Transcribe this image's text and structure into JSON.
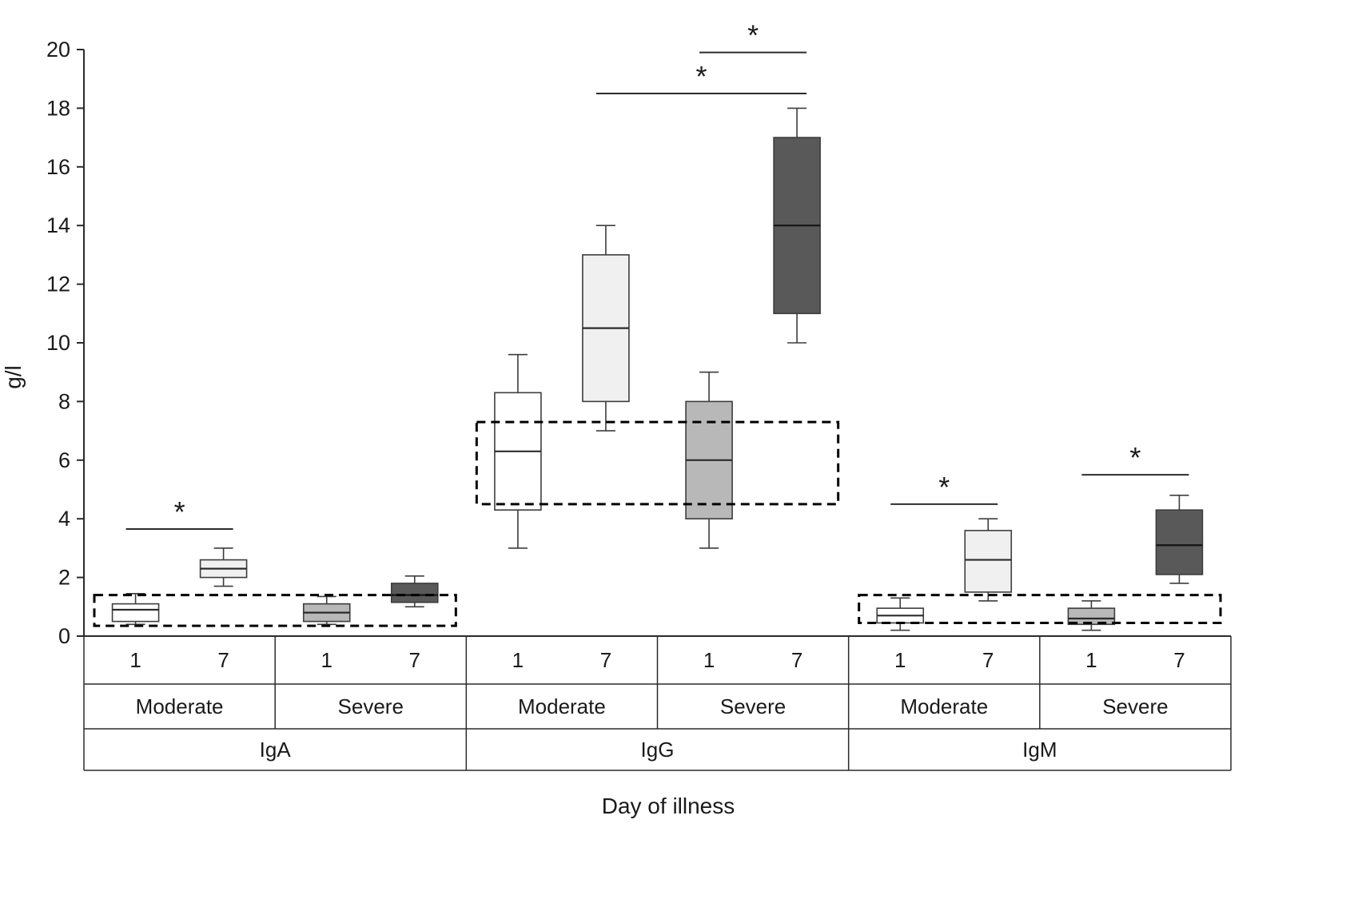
{
  "chart_data": {
    "type": "boxplot",
    "title": "",
    "xlabel": "Day of illness",
    "ylabel": "g/l",
    "grid": false,
    "legend": "none",
    "y_axis": {
      "min": 0,
      "max": 20,
      "tick_step": 2,
      "ticks": [
        0,
        2,
        4,
        6,
        8,
        10,
        12,
        14,
        16,
        18,
        20
      ]
    },
    "colors": {
      "box_moderate_day1": "#ffffff",
      "box_moderate_day7": "#f0f0f0",
      "box_severe_day1": "#b8b8b8",
      "box_severe_day7": "#595959",
      "stroke": "#3d3d3d",
      "median": "#2b2b2b",
      "median_on_dark": "#141414",
      "reference_dash": "#000000",
      "axis": "#2b2b2b",
      "text": "#1a1a1a"
    },
    "groups": [
      {
        "label": "IgA",
        "reference_range": {
          "low": 0.35,
          "high": 1.4
        },
        "subgroups": [
          {
            "label": "Moderate",
            "boxes": [
              {
                "day": "1",
                "shade": "box_moderate_day1",
                "min": 0.4,
                "q1": 0.5,
                "median": 0.9,
                "q3": 1.1,
                "max": 1.45
              },
              {
                "day": "7",
                "shade": "box_moderate_day7",
                "min": 1.7,
                "q1": 2.0,
                "median": 2.3,
                "q3": 2.6,
                "max": 3.0
              }
            ]
          },
          {
            "label": "Severe",
            "boxes": [
              {
                "day": "1",
                "shade": "box_severe_day1",
                "min": 0.4,
                "q1": 0.5,
                "median": 0.8,
                "q3": 1.1,
                "max": 1.35
              },
              {
                "day": "7",
                "shade": "box_severe_day7",
                "min": 1.0,
                "q1": 1.15,
                "median": 1.4,
                "q3": 1.8,
                "max": 2.05
              }
            ]
          }
        ],
        "significance": [
          {
            "from": [
              0,
              0
            ],
            "to": [
              0,
              1
            ],
            "y": 3.65,
            "label": "*"
          }
        ]
      },
      {
        "label": "IgG",
        "reference_range": {
          "low": 4.5,
          "high": 7.3
        },
        "subgroups": [
          {
            "label": "Moderate",
            "boxes": [
              {
                "day": "1",
                "shade": "box_moderate_day1",
                "min": 3.0,
                "q1": 4.3,
                "median": 6.3,
                "q3": 8.3,
                "max": 9.6
              },
              {
                "day": "7",
                "shade": "box_moderate_day7",
                "min": 7.0,
                "q1": 8.0,
                "median": 10.5,
                "q3": 13.0,
                "max": 14.0
              }
            ]
          },
          {
            "label": "Severe",
            "boxes": [
              {
                "day": "1",
                "shade": "box_severe_day1",
                "min": 3.0,
                "q1": 4.0,
                "median": 6.0,
                "q3": 8.0,
                "max": 9.0
              },
              {
                "day": "7",
                "shade": "box_severe_day7",
                "min": 10.0,
                "q1": 11.0,
                "median": 14.0,
                "q3": 17.0,
                "max": 18.0
              }
            ]
          }
        ],
        "significance": [
          {
            "from": [
              0,
              1
            ],
            "to": [
              1,
              1
            ],
            "y": 18.5,
            "label": "*"
          },
          {
            "from": [
              1,
              0
            ],
            "to": [
              1,
              1
            ],
            "y": 19.9,
            "label": "*"
          }
        ]
      },
      {
        "label": "IgM",
        "reference_range": {
          "low": 0.45,
          "high": 1.4
        },
        "subgroups": [
          {
            "label": "Moderate",
            "boxes": [
              {
                "day": "1",
                "shade": "box_moderate_day1",
                "min": 0.2,
                "q1": 0.45,
                "median": 0.7,
                "q3": 0.95,
                "max": 1.3
              },
              {
                "day": "7",
                "shade": "box_moderate_day7",
                "min": 1.2,
                "q1": 1.5,
                "median": 2.6,
                "q3": 3.6,
                "max": 4.0
              }
            ]
          },
          {
            "label": "Severe",
            "boxes": [
              {
                "day": "1",
                "shade": "box_severe_day1",
                "min": 0.2,
                "q1": 0.4,
                "median": 0.6,
                "q3": 0.95,
                "max": 1.2
              },
              {
                "day": "7",
                "shade": "box_severe_day7",
                "min": 1.8,
                "q1": 2.1,
                "median": 3.1,
                "q3": 4.3,
                "max": 4.8
              }
            ]
          }
        ],
        "significance": [
          {
            "from": [
              0,
              0
            ],
            "to": [
              0,
              1
            ],
            "y": 4.5,
            "label": "*"
          },
          {
            "from": [
              1,
              0
            ],
            "to": [
              1,
              1
            ],
            "y": 5.5,
            "label": "*"
          }
        ]
      }
    ]
  }
}
